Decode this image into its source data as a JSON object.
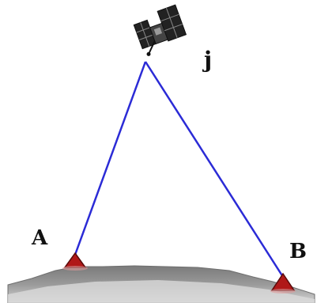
{
  "labels": {
    "satellite": "j",
    "station_a": "A",
    "station_b": "B"
  },
  "colors": {
    "signal_line": "#2b2bd6",
    "station_marker": "#b01818",
    "terrain_top": "#8a8a8a",
    "terrain_bottom": "#c8c8c8",
    "satellite_body": "#222222"
  },
  "icons": {
    "satellite": "satellite-icon",
    "station": "triangle-marker-icon"
  }
}
